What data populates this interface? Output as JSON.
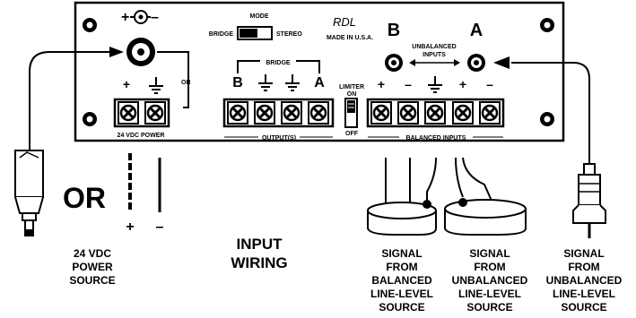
{
  "panel": {
    "brand": "RDL",
    "made_in": "MADE IN U.S.A.",
    "mode_label": "MODE",
    "mode_left": "BRIDGE",
    "mode_right": "STEREO",
    "bridge_label": "BRIDGE",
    "bridge_b": "B",
    "bridge_a": "A",
    "big_b": "B",
    "big_a": "A",
    "unbalanced_inputs_1": "UNBALANCED",
    "unbalanced_inputs_2": "INPUTS",
    "or_small": "OR",
    "power_plus": "+",
    "power_label": "24 VDC POWER",
    "outputs_label": "OUTPUT(S)",
    "limiter_label": "LIMITER",
    "limiter_on": "ON",
    "limiter_off": "OFF",
    "balanced_label": "BALANCED INPUTS",
    "bal_plus_1": "+",
    "bal_minus_1": "–",
    "bal_plus_2": "+",
    "bal_minus_2": "–",
    "dc_plus": "+",
    "dc_minus": "–"
  },
  "diagram": {
    "or_big": "OR",
    "lead_plus": "+",
    "lead_minus": "–",
    "power_source": [
      "24 VDC",
      "POWER",
      "SOURCE"
    ],
    "input_wiring": [
      "INPUT",
      "WIRING"
    ],
    "balanced_source": [
      "SIGNAL",
      "FROM",
      "BALANCED",
      "LINE-LEVEL",
      "SOURCE"
    ],
    "unbalanced_source": [
      "SIGNAL",
      "FROM",
      "UNBALANCED",
      "LINE-LEVEL",
      "SOURCE"
    ],
    "unbalanced_source_2": [
      "SIGNAL",
      "FROM",
      "UNBALANCED",
      "LINE-LEVEL",
      "SOURCE"
    ]
  }
}
